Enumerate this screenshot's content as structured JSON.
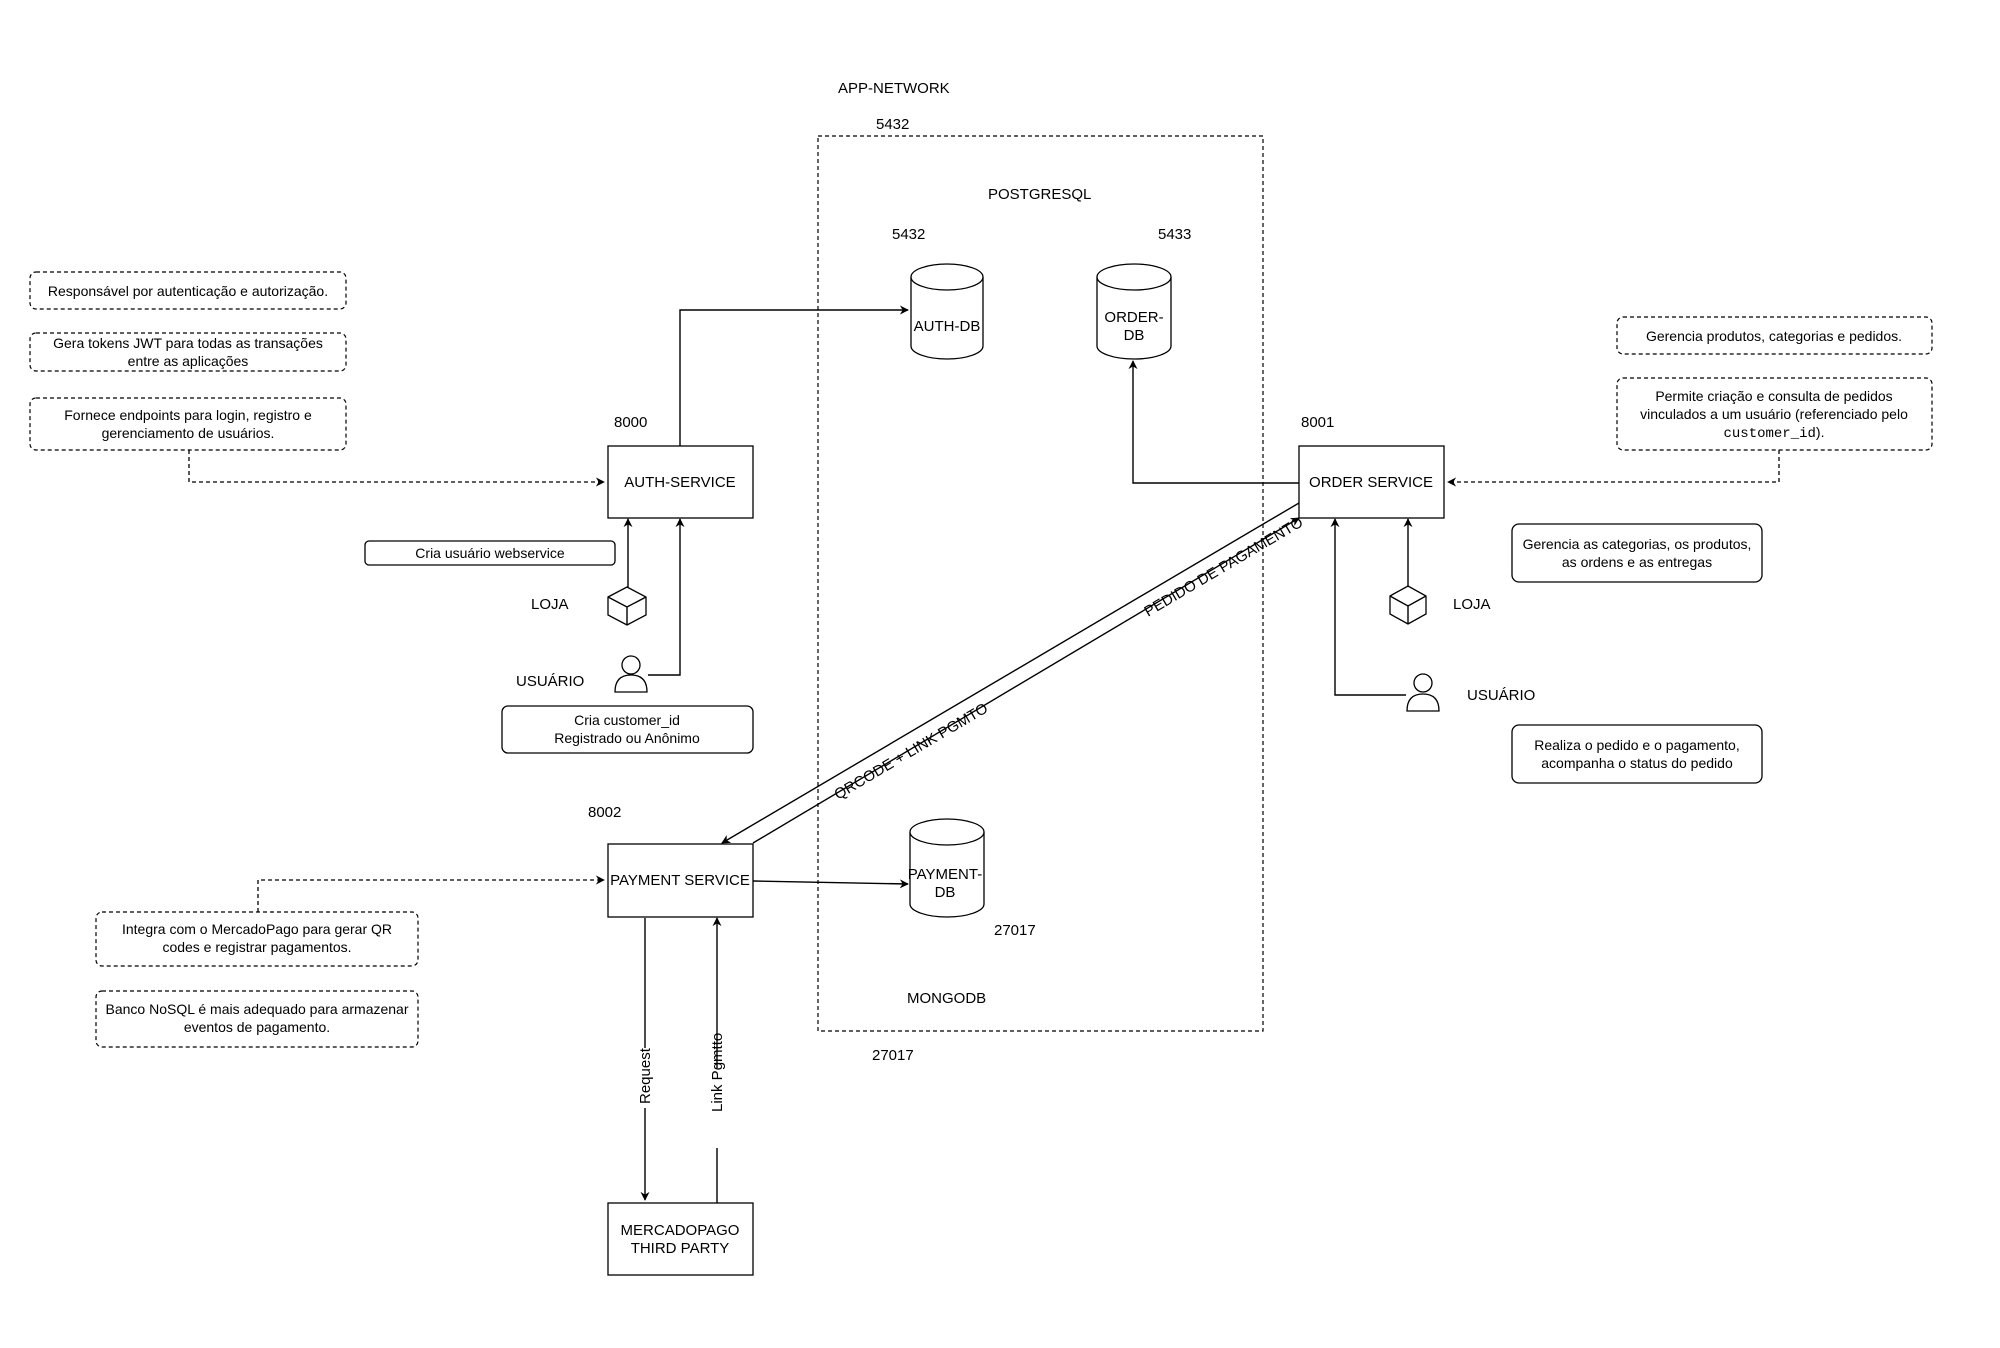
{
  "network": {
    "label": "APP-NETWORK",
    "port_top": "5432",
    "port_bottom": "27017"
  },
  "postgres": {
    "label": "POSTGRESQL"
  },
  "mongo": {
    "label": "MONGODB"
  },
  "databases": {
    "auth_db": {
      "line1": "AUTH-DB",
      "port": "5432"
    },
    "order_db": {
      "line1": "ORDER-",
      "line2": "DB",
      "port": "5433"
    },
    "payment_db": {
      "line1": "PAYMENT-",
      "line2": "DB",
      "port": "27017"
    }
  },
  "services": {
    "auth": {
      "label": "AUTH-SERVICE",
      "port": "8000"
    },
    "order": {
      "label": "ORDER SERVICE",
      "port": "8001"
    },
    "payment": {
      "label": "PAYMENT SERVICE",
      "port": "8002"
    },
    "mercadopago": {
      "line1": "MERCADOPAGO",
      "line2": "THIRD PARTY"
    }
  },
  "actors": {
    "auth_store": "LOJA",
    "auth_user": "USUÁRIO",
    "order_store": "LOJA",
    "order_user": "USUÁRIO"
  },
  "edges": {
    "order_to_payment": "PEDIDO DE PAGAMENTO",
    "payment_to_order": "QRCODE + LINK PGMTO",
    "request": "Request",
    "link": "Link Pgmtto"
  },
  "notes": {
    "auth_1": "Responsável por autenticação e autorização.",
    "auth_2a": "Gera tokens JWT para todas as transações",
    "auth_2b": "entre as aplicações",
    "auth_3a": "Fornece endpoints para login, registro e",
    "auth_3b": "gerenciamento de usuários.",
    "auth_store": "Cria usuário webservice",
    "auth_user_a": "Cria customer_id",
    "auth_user_b": "Registrado ou Anônimo",
    "order_1": "Gerencia produtos, categorias e pedidos.",
    "order_2a": "Permite criação e consulta de pedidos",
    "order_2b": "vinculados a um usuário (referenciado pelo",
    "order_2c_code": "customer_id",
    "order_2c_tail": ").",
    "order_store_a": "Gerencia as categorias, os produtos,",
    "order_store_b": "as ordens e as entregas",
    "order_user_a": "Realiza o pedido e o pagamento,",
    "order_user_b": "acompanha o status do pedido",
    "payment_1a": "Integra com o MercadoPago para gerar QR",
    "payment_1b": "codes e registrar pagamentos.",
    "payment_2a": "Banco NoSQL é mais adequado para armazenar",
    "payment_2b": "eventos de pagamento."
  }
}
